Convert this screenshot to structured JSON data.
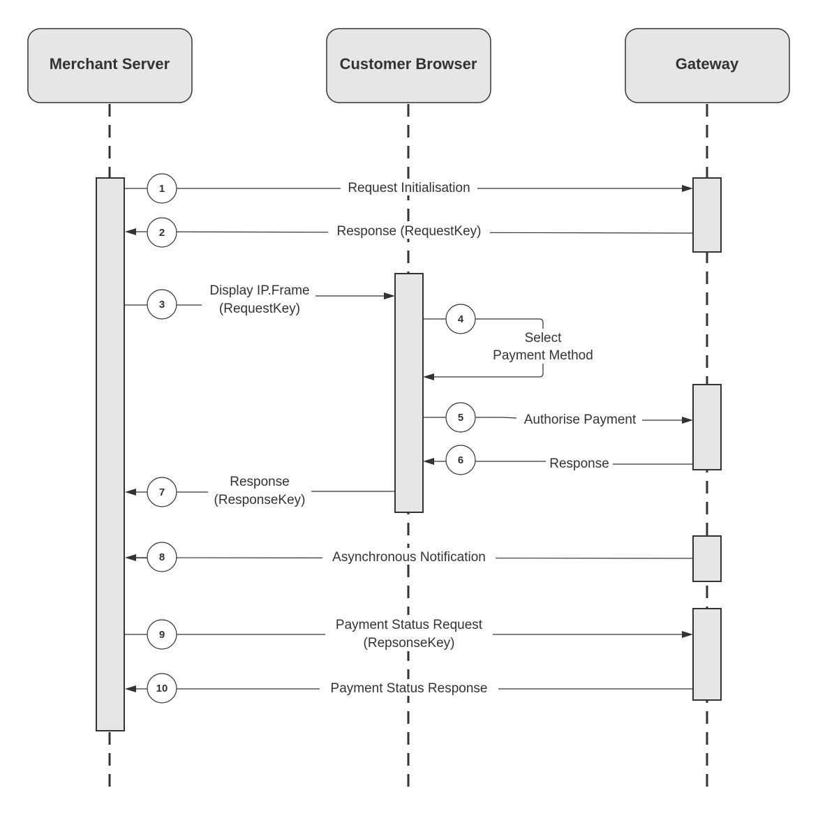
{
  "participants": [
    {
      "id": "merchant",
      "label": "Merchant Server"
    },
    {
      "id": "browser",
      "label": "Customer Browser"
    },
    {
      "id": "gateway",
      "label": "Gateway"
    }
  ],
  "messages": [
    {
      "step": "1",
      "label": [
        "Request Initialisation"
      ],
      "from": "merchant",
      "to": "gateway"
    },
    {
      "step": "2",
      "label": [
        "Response (RequestKey)"
      ],
      "from": "gateway",
      "to": "merchant"
    },
    {
      "step": "3",
      "label": [
        "Display IP.Frame",
        "(RequestKey)"
      ],
      "from": "merchant",
      "to": "browser"
    },
    {
      "step": "4",
      "label": [
        "Select",
        "Payment Method"
      ],
      "from": "browser",
      "to": "browser"
    },
    {
      "step": "5",
      "label": [
        "Authorise Payment"
      ],
      "from": "browser",
      "to": "gateway"
    },
    {
      "step": "6",
      "label": [
        "Response"
      ],
      "from": "gateway",
      "to": "browser"
    },
    {
      "step": "7",
      "label": [
        "Response",
        "(ResponseKey)"
      ],
      "from": "browser",
      "to": "merchant"
    },
    {
      "step": "8",
      "label": [
        "Asynchronous Notification"
      ],
      "from": "gateway",
      "to": "merchant"
    },
    {
      "step": "9",
      "label": [
        "Payment Status Request",
        "(RepsonseKey)"
      ],
      "from": "merchant",
      "to": "gateway"
    },
    {
      "step": "10",
      "label": [
        "Payment Status Response"
      ],
      "from": "gateway",
      "to": "merchant"
    }
  ]
}
